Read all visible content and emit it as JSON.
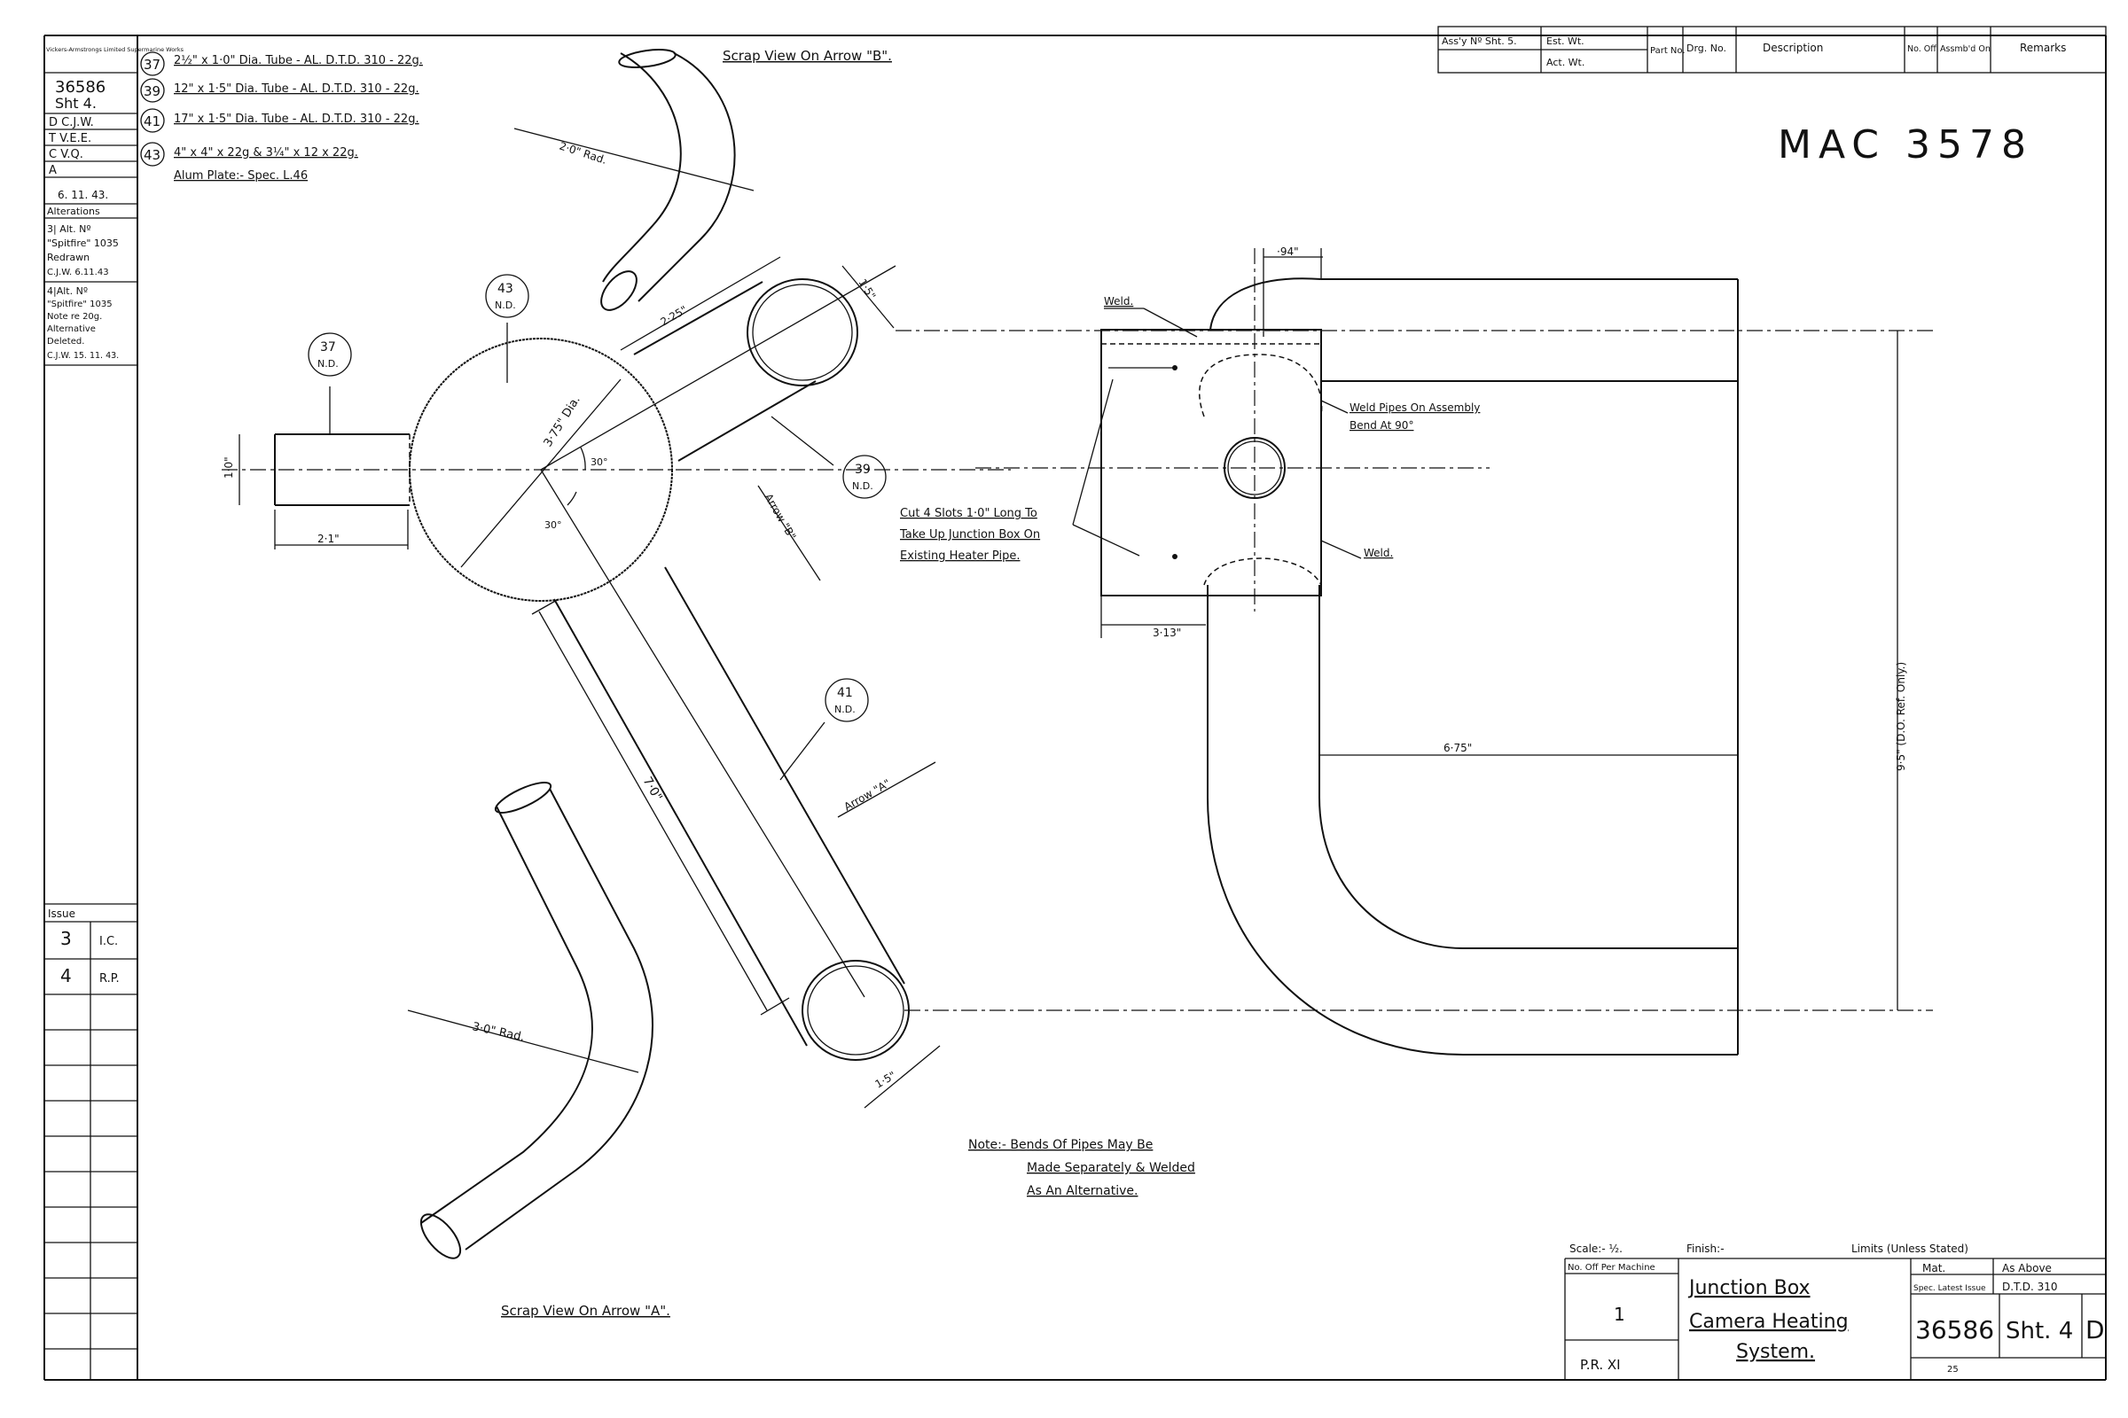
{
  "left_block": {
    "maker": "Vickers-Armstrongs Limited Supermarine Works",
    "number": "36586",
    "sheet": "Sht 4.",
    "d": "D C.J.W.",
    "t": "T V.E.E.",
    "c": "C V.Q.",
    "a": "A",
    "date": "6. 11. 43.",
    "alterations_label": "Alterations",
    "alt3": [
      "3| Alt. Nº",
      "\"Spitfire\" 1035",
      "Redrawn",
      "C.J.W. 6.11.43"
    ],
    "alt4": [
      "4|Alt. Nº",
      "\"Spitfire\" 1035",
      "Note re 20g.",
      "Alternative",
      "Deleted.",
      "C.J.W. 15. 11. 43."
    ],
    "issue_label": "Issue",
    "issues": [
      {
        "no": "3",
        "by": "I.C."
      },
      {
        "no": "4",
        "by": "R.P."
      }
    ]
  },
  "parts": [
    {
      "no": "37",
      "text": "2½\" x 1·0\" Dia. Tube - AL. D.T.D. 310 - 22g."
    },
    {
      "no": "39",
      "text": "12\" x 1·5\" Dia. Tube - AL. D.T.D. 310 - 22g."
    },
    {
      "no": "41",
      "text": "17\" x 1·5\" Dia. Tube - AL. D.T.D. 310 - 22g."
    },
    {
      "no": "43",
      "text": "4\" x 4\" x 22g & 3¼\" x 12 x 22g.",
      "text2": "Alum Plate:- Spec. L.46"
    }
  ],
  "top_table": {
    "headers": [
      "Ass'y Nº Sht. 5.",
      "Est. Wt.",
      "Part No.",
      "Drg. No.",
      "Description",
      "No. Off",
      "Assmb'd On",
      "Remarks"
    ],
    "act_wt": "Act. Wt."
  },
  "handwritten": "MAC 3578",
  "labels": {
    "scrap_b": "Scrap View On Arrow \"B\".",
    "scrap_a": "Scrap View On Arrow \"A\".",
    "rad2": "2·0\" Rad.",
    "rad3": "3·0\" Rad.",
    "dia375": "3·75\" Dia.",
    "ang30a": "30°",
    "ang30b": "30°",
    "d225": "2·25\"",
    "d15a": "1·5\"",
    "d15b": "1·5\"",
    "d10": "1·0\"",
    "d21": "2·1\"",
    "d70": "7·0\"",
    "arrow_b": "Arrow \"B\"",
    "arrow_a": "Arrow \"A\"",
    "n37": "37",
    "n39": "39",
    "n41": "41",
    "n43": "43",
    "nd": "N.D.",
    "weld1": "Weld.",
    "weld2": "Weld.",
    "weld_pipes1": "Weld Pipes On Assembly",
    "weld_pipes2": "Bend At 90°",
    "cut1": "Cut 4 Slots 1·0\" Long To",
    "cut2": "Take Up Junction Box On",
    "cut3": "Existing Heater Pipe.",
    "d94": "·94\"",
    "d313": "3·13\"",
    "d675": "6·75\"",
    "d95": "9·5\" (D.O. Ref. Only.)",
    "note1": "Note:- Bends Of Pipes May Be",
    "note2": "Made Separately & Welded",
    "note3": "As An Alternative."
  },
  "title_block": {
    "scale": "Scale:- ½.",
    "finish": "Finish:-",
    "limits": "Limits (Unless Stated)",
    "no_off_label": "No. Off Per Machine",
    "no_off": "1",
    "pr": "P.R. XI",
    "title1": "Junction Box",
    "title2": "Camera Heating",
    "title3": "System.",
    "mat_label": "Mat.",
    "mat": "As Above",
    "spec_label": "Spec. Latest Issue",
    "spec": "D.T.D. 310",
    "drg_no": "36586",
    "sht": "Sht. 4",
    "rev": "D",
    "small": "25"
  }
}
